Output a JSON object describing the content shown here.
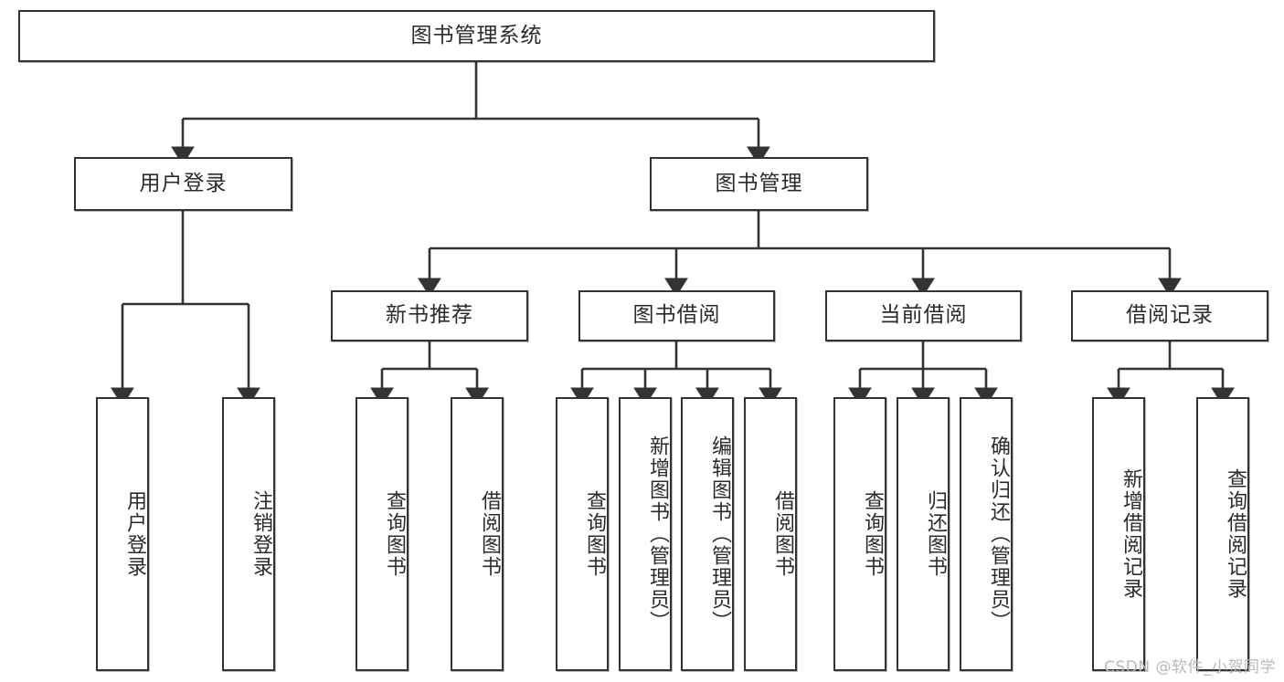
{
  "diagram": {
    "type": "tree",
    "title": "图书管理系统",
    "orientation": "top-down",
    "colors": {
      "box_border": "#333333",
      "box_fill": "#ffffff",
      "edge": "#333333",
      "text": "#2b2b2b",
      "watermark": "#b9b9b9",
      "background": "#ffffff"
    },
    "root": {
      "label": "图书管理系统"
    },
    "level2": [
      {
        "label": "用户登录"
      },
      {
        "label": "图书管理"
      }
    ],
    "level3": [
      {
        "label": "新书推荐"
      },
      {
        "label": "图书借阅"
      },
      {
        "label": "当前借阅"
      },
      {
        "label": "借阅记录"
      }
    ],
    "leaves": {
      "user_login": [
        {
          "label": "用户登录"
        },
        {
          "label": "注销登录"
        }
      ],
      "new_book_recommend": [
        {
          "label": "查询图书"
        },
        {
          "label": "借阅图书"
        }
      ],
      "book_borrow": [
        {
          "label": "查询图书"
        },
        {
          "label": "新增图书（管理员）"
        },
        {
          "label": "编辑图书（管理员）"
        },
        {
          "label": "借阅图书"
        }
      ],
      "current_borrow": [
        {
          "label": "查询图书"
        },
        {
          "label": "归还图书"
        },
        {
          "label": "确认归还（管理员）"
        }
      ],
      "borrow_record": [
        {
          "label": "新增借阅记录"
        },
        {
          "label": "查询借阅记录"
        }
      ]
    }
  },
  "watermark": {
    "text": "CSDN @软件_小贺同学"
  }
}
